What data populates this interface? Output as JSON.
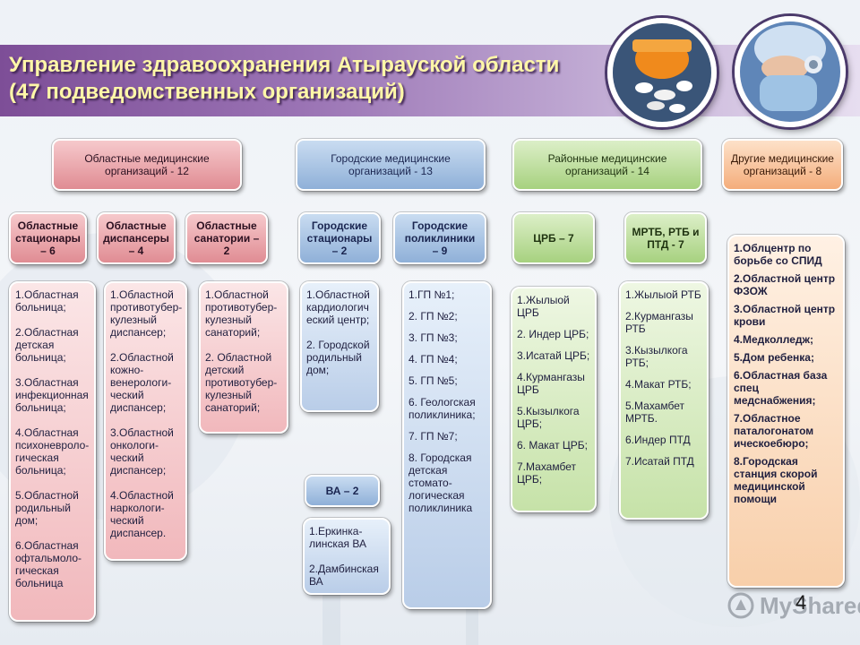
{
  "title": "Управление здравоохранения Атырауской области (47 подведомственных организаций)",
  "page_number": "4",
  "watermark": "MyShared",
  "categories": {
    "regional": "Областные медицинские организаций - 12",
    "city": "Городские медицинские организаций - 13",
    "district": "Районные медицинские организаций - 14",
    "other": "Другие медицинские организаций - 8"
  },
  "subcategories": {
    "reg_hospitals": "Областные стационары – 6",
    "reg_dispensaries": "Областные диспансеры – 4",
    "reg_sanatoriums": "Областные санатории – 2",
    "city_hospitals": "Городские стационары – 2",
    "city_polyclinics": "Городские поликлиники – 9",
    "crb": "ЦРБ – 7",
    "mrtb": "МРТБ, РТБ и ПТД - 7",
    "va": "ВА – 2"
  },
  "lists": {
    "reg_hospitals": [
      "1.Областная больница;",
      "2.Областная детская больница;",
      "3.Областная инфекционная больница;",
      "4.Областная психоневроло-гическая больница;",
      "5.Областной родильный дом;",
      "6.Областная офтальмоло-гическая больница"
    ],
    "reg_dispensaries": [
      "1.Областной противотубер-кулезный диспансер;",
      "2.Областной кожно-венерологи-ческий диспансер;",
      "3.Областной онкологи-ческий диспансер;",
      "4.Областной наркологи-ческий диспансер."
    ],
    "reg_sanatoriums": [
      "1.Областной противотубер-кулезный санаторий;",
      "2. Областной детский противотубер-кулезный санаторий;"
    ],
    "city_hospitals": [
      "1.Областной кардиологич еский центр;",
      "2. Городской родильный дом;"
    ],
    "city_polyclinics": [
      "1.ГП №1;",
      "2. ГП №2;",
      "3. ГП №3;",
      "4. ГП №4;",
      "5. ГП №5;",
      "6. Геологская поликлиника;",
      "7. ГП №7;",
      "8. Городская детская стомато-логическая поликлиника"
    ],
    "va": [
      "1.Еркинка-линская ВА",
      "2.Дамбинская ВА"
    ],
    "crb": [
      "1.Жылыой ЦРБ",
      "2. Индер ЦРБ;",
      "3.Исатай ЦРБ;",
      "4.Курмангазы ЦРБ",
      "5.Кызылкога ЦРБ;",
      "6. Макат ЦРБ;",
      "7.Махамбет ЦРБ;"
    ],
    "mrtb": [
      "1.Жылыой РТБ",
      "2.Курмангазы РТБ",
      "3.Кызылкога РТБ;",
      "4.Макат РТБ;",
      "5.Махамбет МРТБ.",
      "6.Индер ПТД",
      "7.Исатай ПТД"
    ],
    "other": [
      "1.Облцентр по борьбе со СПИД",
      "2.Областной центр ФЗОЖ",
      "3.Областной центр крови",
      "4.Медколледж;",
      "5.Дом ребенка;",
      "6.Областная база спец медснабжения;",
      "7.Областное паталогонатом ическоебюро;",
      "8.Городская станция скорой медицинской помощи"
    ]
  },
  "colors": {
    "banner_start": "#7d4e97",
    "title_text": "#fff7a8",
    "regional": "#e08c93",
    "city": "#8fb0d8",
    "district": "#a7d17f",
    "other": "#f4ad7b"
  }
}
